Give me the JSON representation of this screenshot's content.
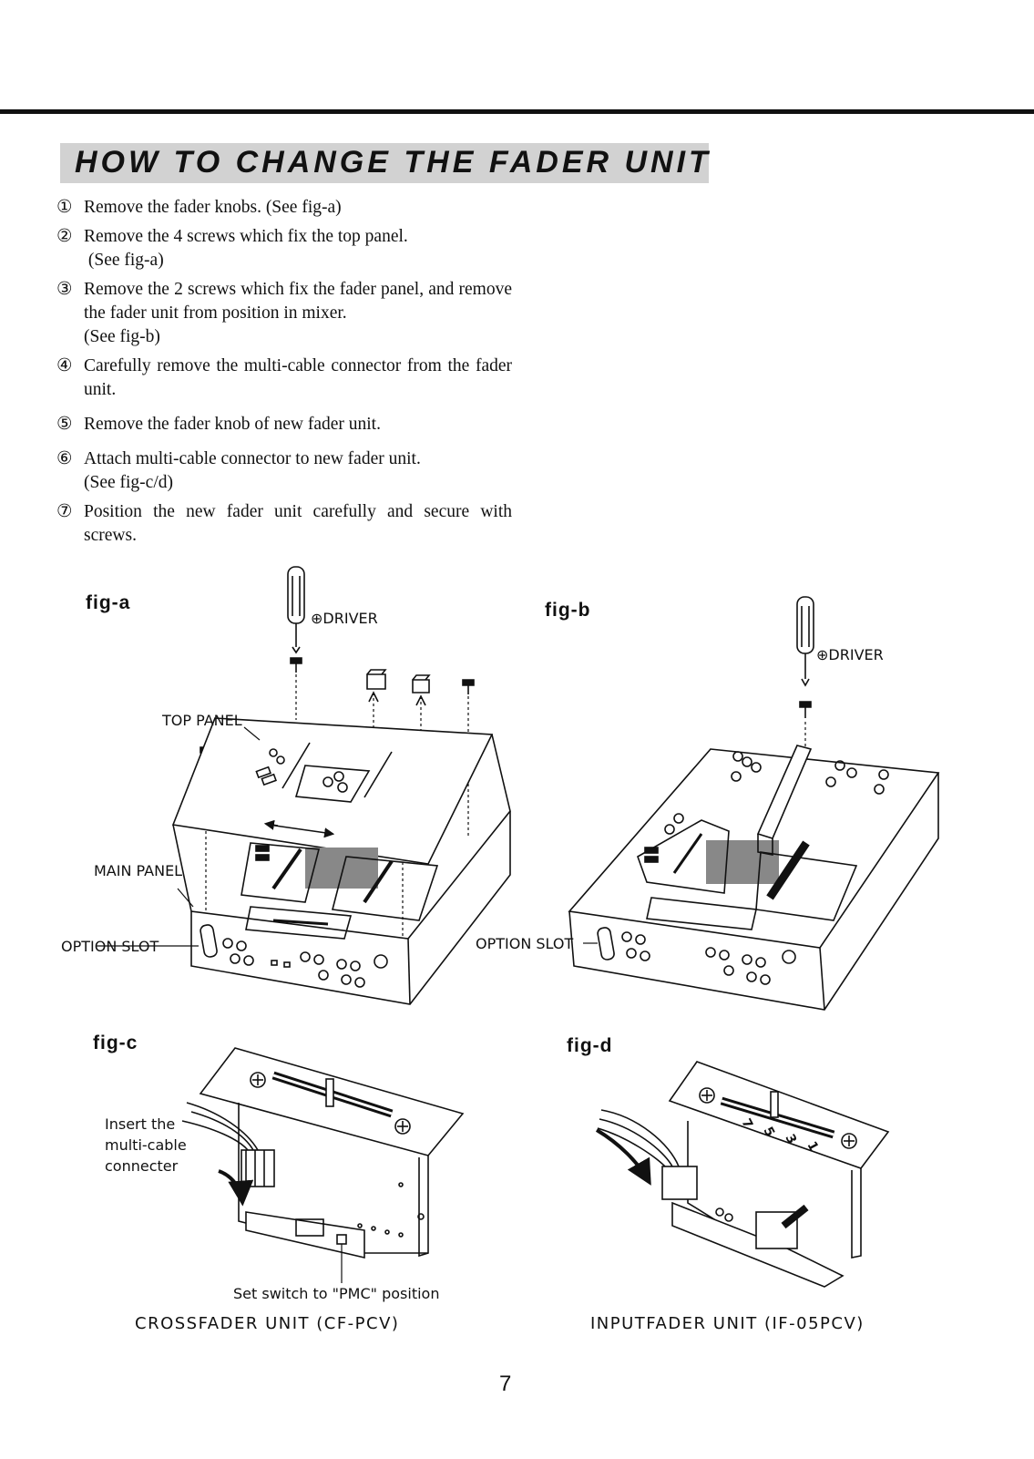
{
  "header": {
    "title": "HOW TO CHANGE THE FADER UNIT"
  },
  "steps": [
    {
      "num": "①",
      "text": "Remove the fader knobs. (See fig-a)"
    },
    {
      "num": "②",
      "text": "Remove the 4 screws which fix the top panel.",
      "text2": " (See fig-a)"
    },
    {
      "num": "③",
      "text": "Remove the 2 screws which fix the fader panel, and remove the fader unit from position in mixer.",
      "text2": "(See fig-b)"
    },
    {
      "num": "④",
      "text": "Carefully remove the multi-cable connector from the fader unit."
    },
    {
      "num": "⑤",
      "text": "Remove the fader knob of new fader unit."
    },
    {
      "num": "⑥",
      "text": "Attach multi-cable connector to new fader unit.",
      "text2": "(See fig-c/d)"
    },
    {
      "num": "⑦",
      "text": "Position the new fader unit carefully and secure with screws."
    }
  ],
  "figures": {
    "fig_a": {
      "label": "fig-a",
      "driver": "⊕DRIVER",
      "top_panel": "TOP PANEL",
      "main_panel": "MAIN PANEL",
      "option_slot": "OPTION SLOT"
    },
    "fig_b": {
      "label": "fig-b",
      "driver": "⊕DRIVER",
      "option_slot": "OPTION SLOT"
    },
    "fig_c": {
      "label": "fig-c",
      "insert_line1": "Insert the",
      "insert_line2": "multi-cable",
      "insert_line3": "connecter",
      "switch_note": "Set switch to \"PMC\" position",
      "caption": "CROSSFADER UNIT (CF-PCV)"
    },
    "fig_d": {
      "label": "fig-d",
      "caption": "INPUTFADER UNIT (IF-05PCV)",
      "scale_marks": [
        "7",
        "5",
        "3",
        "1"
      ]
    }
  },
  "page_number": "7"
}
